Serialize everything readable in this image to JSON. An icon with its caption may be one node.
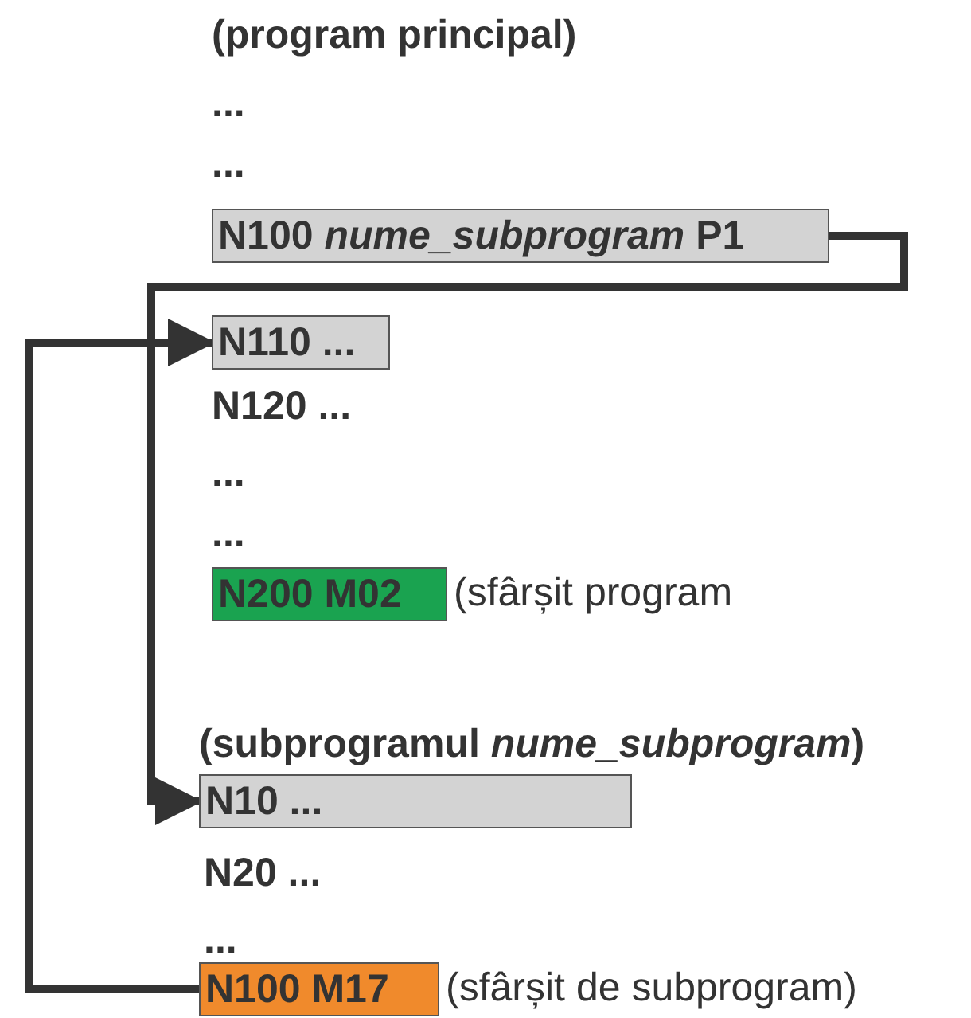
{
  "diagram": {
    "nodes": [
      {
        "text": [
          "N100 *nume_subprogram* P1"
        ]
      },
      {
        "text": [
          "N110 ..."
        ]
      },
      {
        "text": [
          "N200 M02"
        ],
        "beside": [
          "(sfârșit program"
        ]
      },
      {
        "text": [
          "N10 ..."
        ]
      },
      {
        "text": [
          "N100 M17"
        ],
        "beside": [
          "(sfârșit de subprogram)"
        ]
      }
    ],
    "edges": [
      {
        "from": 0,
        "to": 3,
        "arrow": "to"
      },
      {
        "from": 4,
        "to": 1,
        "arrow": "to"
      }
    ],
    "labels": [
      "(program principal)",
      "...",
      "...",
      "N120 ...",
      "...",
      "...",
      "(subprogramul *nume_subprogram*)",
      "N20 ...",
      "..."
    ]
  }
}
